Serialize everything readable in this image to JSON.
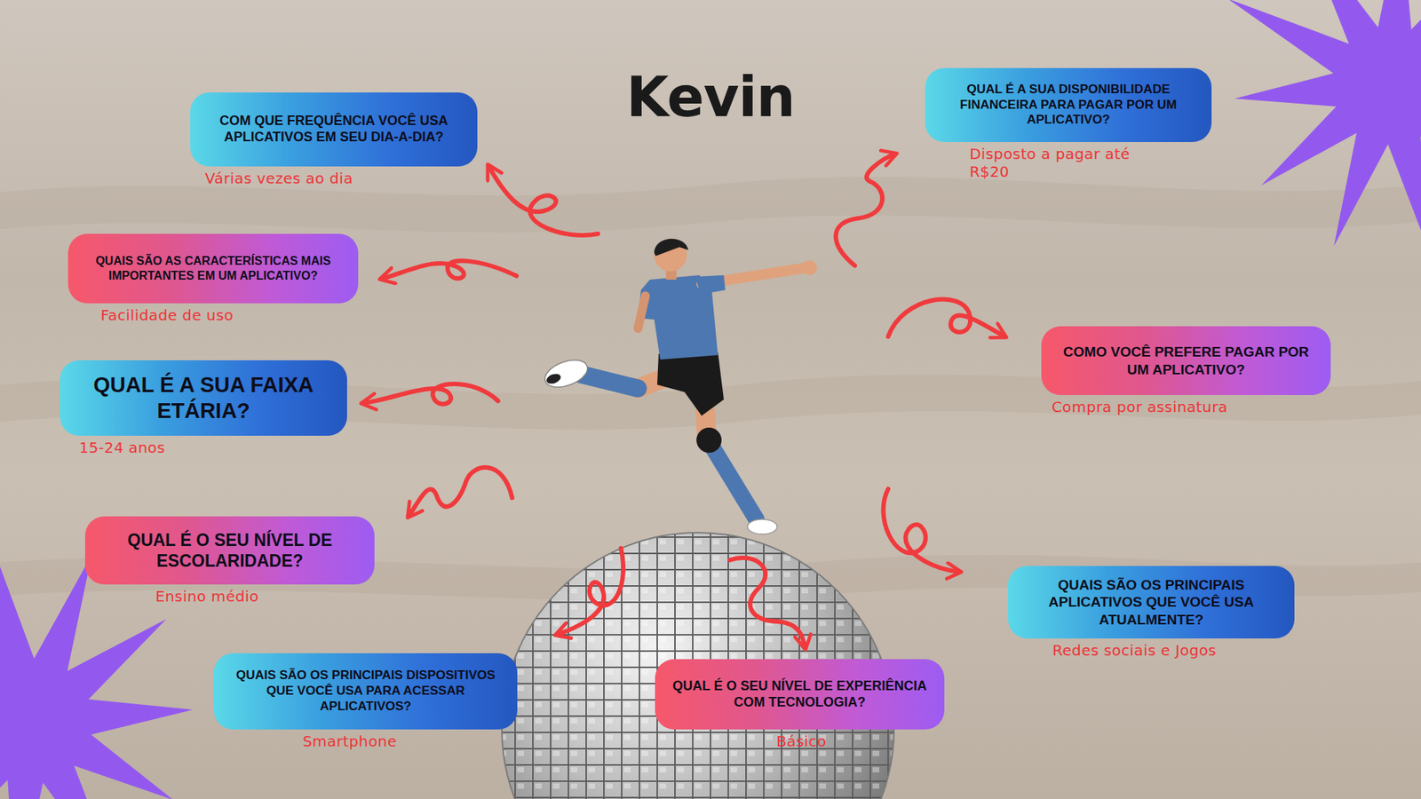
{
  "diagram": {
    "title": "Kevin",
    "nodes": [
      {
        "text": [
          "COM QUE FREQUÊNCIA VOCÊ USA APLICATIVOS EM SEU DIA-A-DIA?",
          "Várias vezes ao dia"
        ]
      },
      {
        "text": [
          "QUAL É A SUA DISPONIBILIDADE FINANCEIRA PARA PAGAR POR UM APLICATIVO?",
          "Disposto a pagar até R$20"
        ]
      },
      {
        "text": [
          "QUAIS SÃO AS CARACTERÍSTICAS MAIS IMPORTANTES EM UM APLICATIVO?",
          "Facilidade de uso"
        ]
      },
      {
        "text": [
          "COMO VOCÊ PREFERE PAGAR POR UM APLICATIVO?",
          "Compra por assinatura"
        ]
      },
      {
        "text": [
          "QUAL É A SUA FAIXA ETÁRIA?",
          "15-24 anos"
        ]
      },
      {
        "text": [
          "QUAL É O SEU NÍVEL DE ESCOLARIDADE?",
          "Ensino médio"
        ]
      },
      {
        "text": [
          "QUAIS SÃO OS PRINCIPAIS APLICATIVOS QUE VOCÊ USA ATUALMENTE?",
          "Redes sociais e Jogos"
        ]
      },
      {
        "text": [
          "QUAIS SÃO OS PRINCIPAIS DISPOSITIVOS QUE VOCÊ USA PARA ACESSAR APLICATIVOS?",
          "Smartphone"
        ]
      },
      {
        "text": [
          "QUAL É O SEU NÍVEL DE EXPERIÊNCIA COM TECNOLOGIA?",
          "Básico"
        ]
      }
    ]
  }
}
